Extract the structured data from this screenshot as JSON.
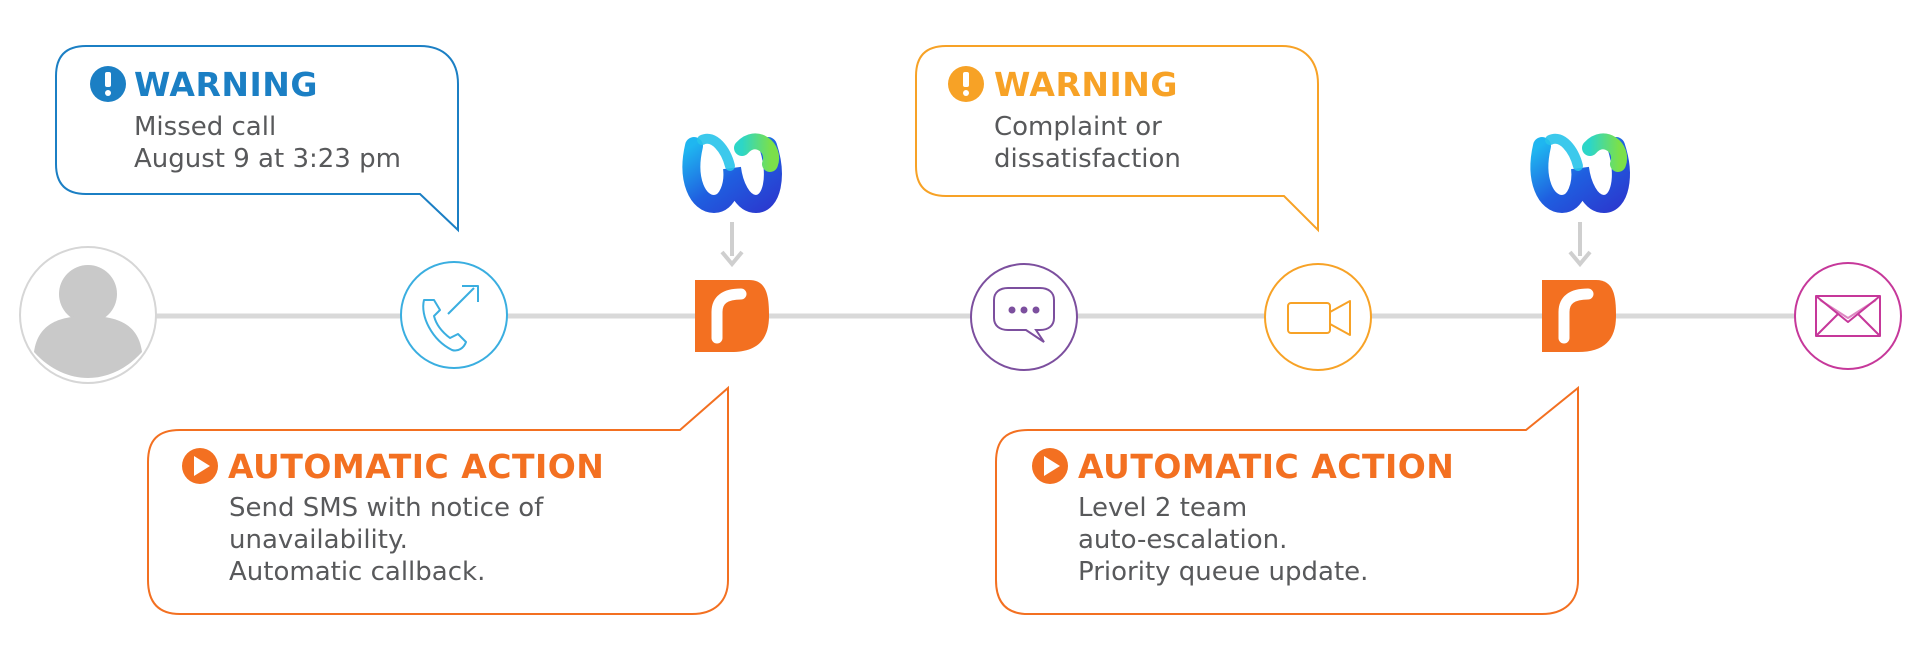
{
  "colors": {
    "blue": "#1b7fc4",
    "orange_light": "#f7a226",
    "orange": "#f37021",
    "purple": "#7c4f9e",
    "magenta": "#c6389a",
    "line": "#d9d9d9",
    "text": "#58595b",
    "avatar": "#c9c9c9"
  },
  "callouts": {
    "warning_1": {
      "title": "WARNING",
      "lines": [
        "Missed call",
        "August 9 at 3:23 pm"
      ],
      "icon": "exclamation-icon"
    },
    "warning_2": {
      "title": "WARNING",
      "lines": [
        "Complaint or",
        "dissatisfaction"
      ],
      "icon": "exclamation-icon"
    },
    "action_1": {
      "title": "AUTOMATIC ACTION",
      "lines": [
        "Send SMS with notice of",
        "unavailability.",
        "Automatic callback."
      ],
      "icon": "play-icon"
    },
    "action_2": {
      "title": "AUTOMATIC ACTION",
      "lines": [
        "Level 2 team",
        "auto-escalation.",
        "Priority queue update."
      ],
      "icon": "play-icon"
    }
  },
  "timeline_nodes": [
    {
      "name": "customer-avatar",
      "icon": "user-icon"
    },
    {
      "name": "outgoing-call",
      "icon": "phone-outgoing-icon"
    },
    {
      "name": "automation-1",
      "icon": "automation-logo-icon"
    },
    {
      "name": "chat",
      "icon": "chat-bubble-icon"
    },
    {
      "name": "video-call",
      "icon": "video-camera-icon"
    },
    {
      "name": "automation-2",
      "icon": "automation-logo-icon"
    },
    {
      "name": "email",
      "icon": "envelope-icon"
    }
  ],
  "integrations": [
    "webex-logo-icon",
    "webex-logo-icon"
  ]
}
